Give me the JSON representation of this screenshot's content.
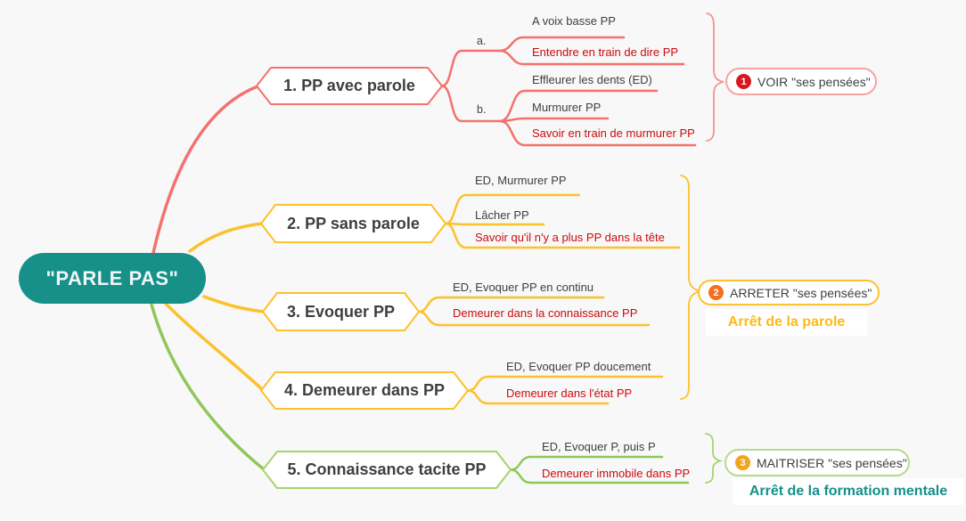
{
  "center": {
    "label": "\"PARLE PAS\""
  },
  "branches": [
    {
      "label": "1. PP avec parole",
      "subgroups": [
        {
          "label": "a.",
          "leaves": [
            {
              "text": "A voix basse PP"
            },
            {
              "text": "Entendre en train de dire PP"
            }
          ]
        },
        {
          "label": "b.",
          "leaves": [
            {
              "text": "Effleurer les dents (ED)"
            },
            {
              "text": "Murmurer PP"
            },
            {
              "text": "Savoir en train de murmurer PP"
            }
          ]
        }
      ]
    },
    {
      "label": "2. PP sans parole",
      "leaves": [
        {
          "text": "ED, Murmurer PP"
        },
        {
          "text": "Lâcher PP"
        },
        {
          "text": "Savoir qu'il n'y a plus PP dans la tête"
        }
      ]
    },
    {
      "label": "3. Evoquer PP",
      "leaves": [
        {
          "text": "ED, Evoquer PP en continu"
        },
        {
          "text": "Demeurer dans la connaissance PP"
        }
      ]
    },
    {
      "label": "4. Demeurer dans PP",
      "leaves": [
        {
          "text": "ED, Evoquer PP doucement"
        },
        {
          "text": "Demeurer dans l'état PP"
        }
      ]
    },
    {
      "label": "5. Connaissance tacite PP",
      "leaves": [
        {
          "text": "ED, Evoquer P, puis P"
        },
        {
          "text": "Demeurer immobile dans PP"
        }
      ]
    }
  ],
  "groups": [
    {
      "number": "1",
      "label": "VOIR \"ses pensées\""
    },
    {
      "number": "2",
      "label": "ARRETER \"ses pensées\"",
      "caption": "Arrêt de la parole"
    },
    {
      "number": "3",
      "label": "MAITRISER \"ses pensées\"",
      "caption": "Arrêt de la formation mentale"
    }
  ],
  "colors": {
    "center_fill": "#17908a",
    "branch1_line": "#f4716e",
    "branch2_4_line": "#fcc12c",
    "branch5_line": "#8fc858",
    "branch5_border": "#a6d36e",
    "red_text": "#cc0a0e",
    "dark_text": "#3e4040",
    "badge1": "#d8171e",
    "badge2": "#f3701d",
    "badge3": "#f2a51d",
    "caption2_text": "#fcbb15",
    "caption3_text": "#12918a",
    "background": "#f8f8f8"
  }
}
